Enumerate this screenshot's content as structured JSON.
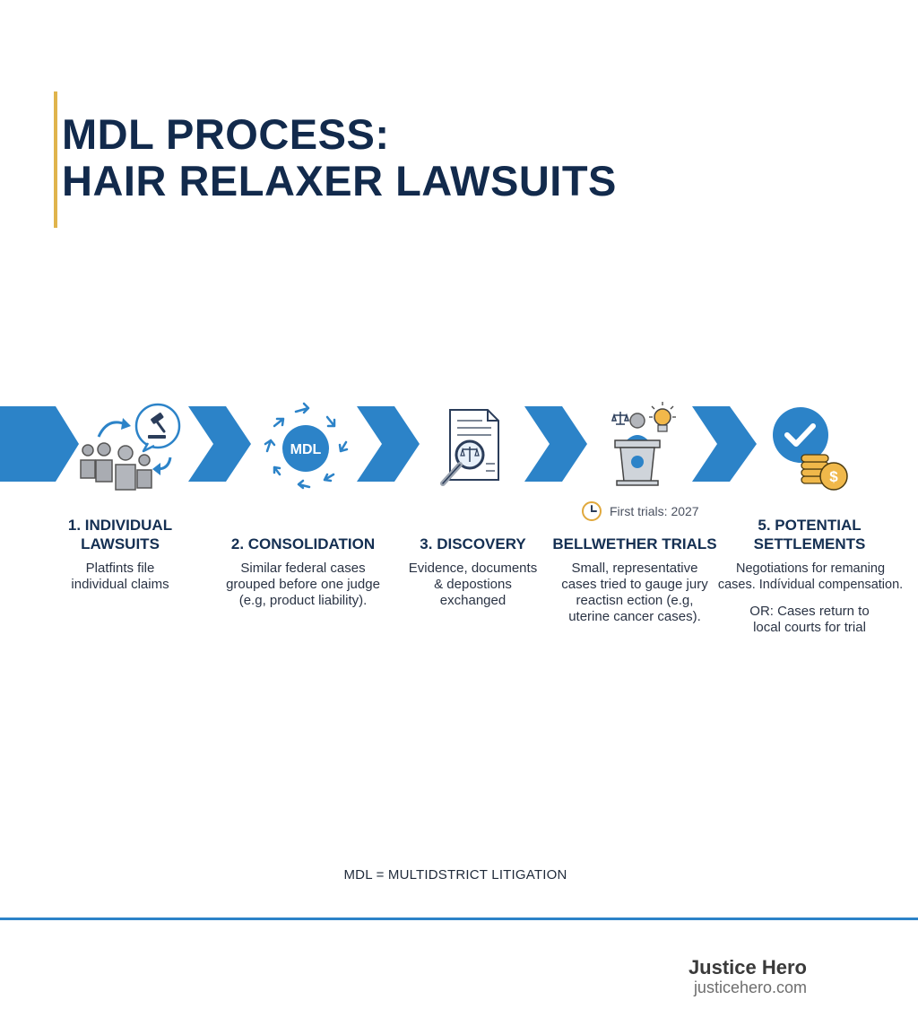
{
  "title": {
    "line1": "MDL PROCESS:",
    "line2": "HAIR RELAXER LAWSUITS"
  },
  "colors": {
    "arrow_blue": "#2c83c8",
    "navy": "#122a4c",
    "accent_gold": "#e0b44c"
  },
  "steps": [
    {
      "title_line1": "1. INDIVIDUAL",
      "title_line2": "LAWSUITS",
      "desc": [
        "Platfints file",
        "individual claims"
      ],
      "icon": "plaintiffs-gavel-icon"
    },
    {
      "title_line1": "2. CONSOLIDATION",
      "desc": [
        "Similar federal cases",
        "grouped before one judge",
        "(e.g, product liability)."
      ],
      "icon": "mdl-circle-icon",
      "icon_label": "MDL"
    },
    {
      "title_line1": "3. DISCOVERY",
      "desc": [
        "Evidence, documents",
        "& depostions",
        "exchanged"
      ],
      "icon": "document-magnifier-icon"
    },
    {
      "title_line1": "BELLWETHER TRIALS",
      "desc": [
        "Small, representative",
        "cases tried to gauge jury",
        "reactisn ection (e.g,",
        "uterine cancer cases)."
      ],
      "icon": "podium-speaker-icon",
      "badge": "First trials: 2027"
    },
    {
      "title_line1": "5. POTENTIAL",
      "title_line2": "SETTLEMENTS",
      "desc": [
        "Negotiations for remaning",
        "cases. Indívidual compensation."
      ],
      "alt": [
        "OR: Cases return to",
        "local courts for trial"
      ],
      "icon": "checkmark-coins-icon"
    }
  ],
  "footnote": "MDL = MULTIDSTRICT LITIGATION",
  "brand": {
    "name": "Justice Hero",
    "url": "justicehero.com"
  }
}
